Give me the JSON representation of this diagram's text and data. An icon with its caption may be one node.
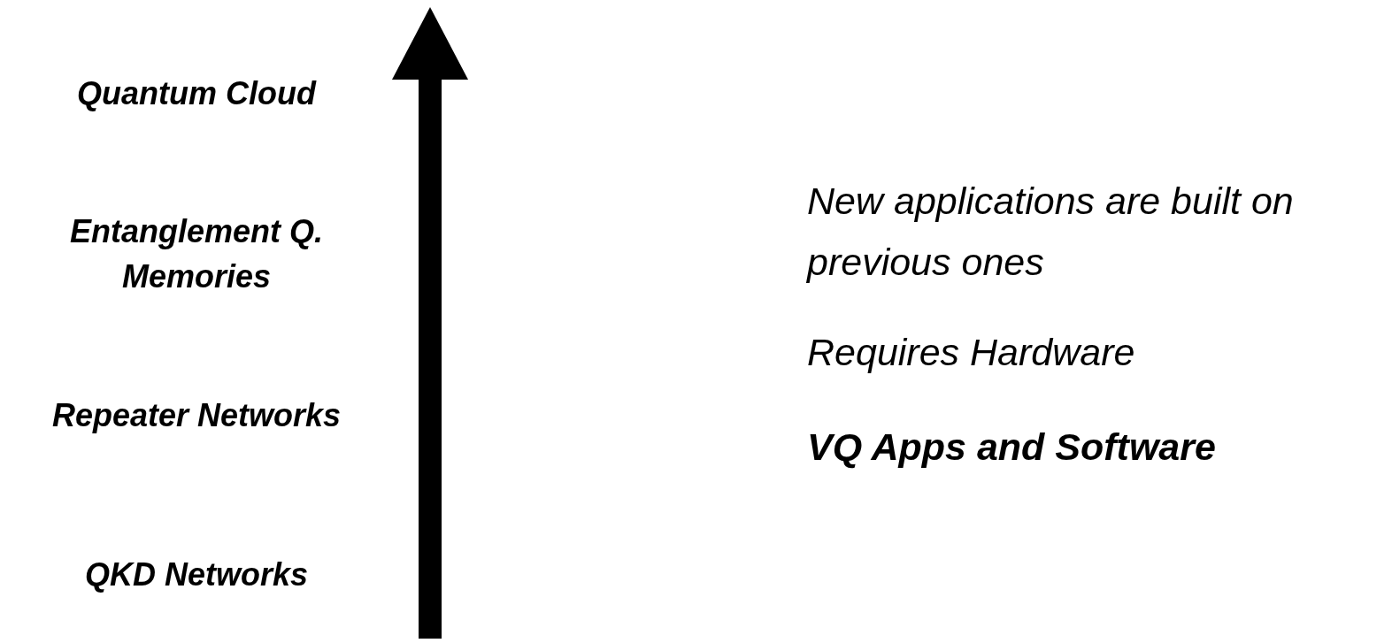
{
  "diagram": {
    "labels": [
      "Quantum Cloud",
      "Entanglement Q. Memories",
      "Repeater Networks",
      "QKD Networks",
      "New applications are built on previous ones",
      "Requires Hardware",
      "VQ Apps and Software"
    ]
  }
}
